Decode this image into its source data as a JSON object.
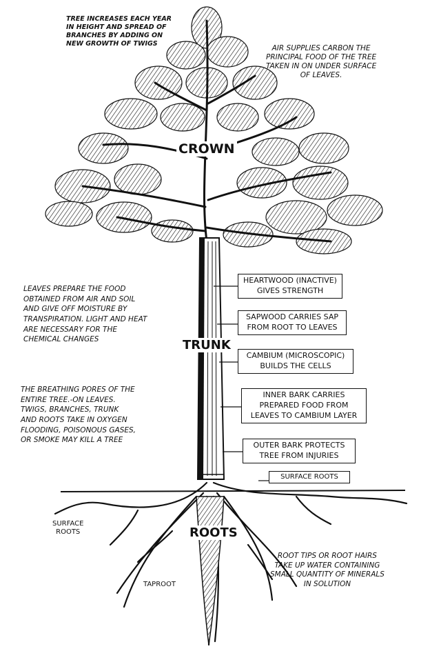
{
  "notes": {
    "growth": [
      "TREE INCREASES EACH YEAR",
      "IN HEIGHT AND SPREAD OF",
      "BRANCHES BY ADDING ON",
      "NEW GROWTH OF TWIGS"
    ],
    "air": [
      "AIR SUPPLIES CARBON THE",
      "PRINCIPAL FOOD OF THE TREE",
      "TAKEN IN ON UNDER SURFACE",
      "OF LEAVES."
    ],
    "leaves": [
      "LEAVES PREPARE THE FOOD",
      "OBTAINED FROM AIR AND SOIL",
      "AND GIVE OFF MOISTURE BY",
      "TRANSPIRATION. LIGHT AND HEAT",
      "ARE NECESSARY FOR THE",
      "CHEMICAL CHANGES"
    ],
    "breathing": [
      "THE BREATHING PORES OF THE",
      "ENTIRE TREE.-ON LEAVES.",
      "TWIGS, BRANCHES, TRUNK",
      "AND ROOTS TAKE IN OXYGEN",
      "FLOODING, POISONOUS GASES,",
      "OR SMOKE MAY KILL A TREE"
    ],
    "roottips": [
      "ROOT TIPS OR ROOT HAIRS",
      "TAKE UP WATER CONTAINING",
      "SMALL QUANTITY OF MINERALS",
      "IN SOLUTION"
    ]
  },
  "labels": {
    "crown": "CROWN",
    "trunk": "TRUNK",
    "roots": "ROOTS",
    "surface_roots_left": [
      "SURFACE",
      "ROOTS"
    ],
    "surface_roots_box": "SURFACE ROOTS",
    "taproot": "TAPROOT"
  },
  "boxes": {
    "heartwood": [
      "HEARTWOOD (INACTIVE)",
      "GIVES STRENGTH"
    ],
    "sapwood": [
      "SAPWOOD CARRIES SAP",
      "FROM ROOT TO LEAVES"
    ],
    "cambium": [
      "CAMBIUM (MICROSCOPIC)",
      "BUILDS THE CELLS"
    ],
    "inner_bark": [
      "INNER BARK CARRIES",
      "PREPARED FOOD FROM",
      "LEAVES TO CAMBIUM LAYER"
    ],
    "outer_bark": [
      "OUTER BARK PROTECTS",
      "TREE FROM INJURIES"
    ]
  }
}
